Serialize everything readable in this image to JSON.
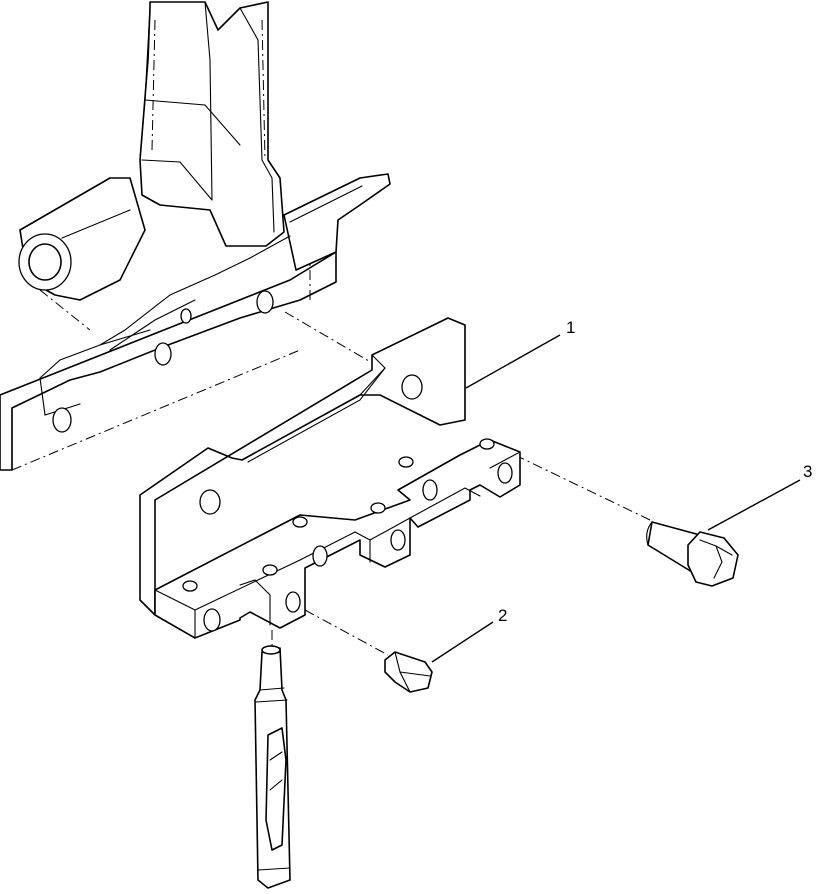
{
  "diagram": {
    "type": "exploded-parts-view",
    "callouts": [
      {
        "label": "1",
        "part": "mounting-bracket"
      },
      {
        "label": "2",
        "part": "set-screw"
      },
      {
        "label": "3",
        "part": "hex-bolt"
      }
    ]
  }
}
